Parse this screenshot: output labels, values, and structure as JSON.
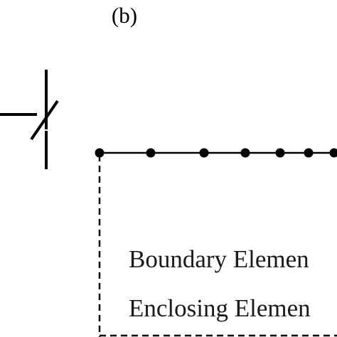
{
  "figure": {
    "panel_label": "(b)",
    "legend": {
      "boundary_label": "Boundary Elemen",
      "enclosing_label": "Enclosing Elemen"
    },
    "colors": {
      "ink": "#000000",
      "text": "#1a1a1a",
      "background": "#ffffff"
    },
    "symbols": {
      "break_mark": "break-symbol-icon",
      "node": "node-dot-icon"
    },
    "line_styles": {
      "boundary_element": "solid line with nodes",
      "enclosing_element": "dashed line"
    }
  }
}
